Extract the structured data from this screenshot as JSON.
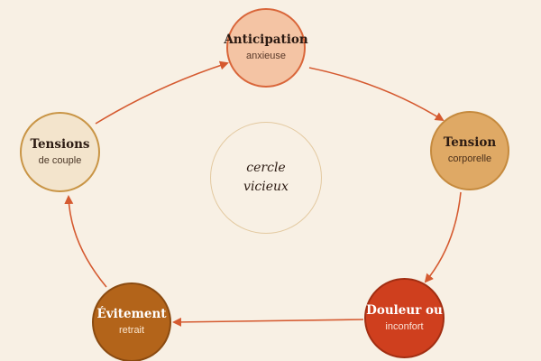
{
  "colors": {
    "background": "#f8f0e4",
    "arrow": "#d55a30"
  },
  "center": {
    "line1": "cercle",
    "line2": "vicieux"
  },
  "nodes": [
    {
      "title": "Anticipation",
      "subtitle": "anxieuse"
    },
    {
      "title": "Tension",
      "subtitle": "corporelle"
    },
    {
      "title": "Douleur ou",
      "subtitle": "inconfort"
    },
    {
      "title": "Évitement",
      "subtitle": "retrait"
    },
    {
      "title": "Tensions",
      "subtitle": "de couple"
    }
  ]
}
